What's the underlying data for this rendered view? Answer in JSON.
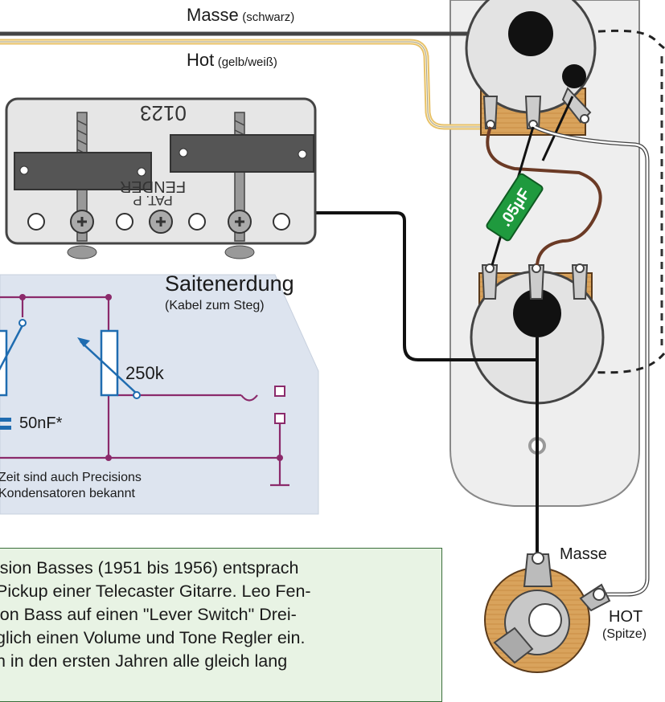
{
  "wires": {
    "ground_label": "Masse",
    "ground_color": "(schwarz)",
    "hot_label": "Hot",
    "hot_color": "(gelb/weiß)"
  },
  "pickup": {
    "number": "0123",
    "brand": "FENDER",
    "pat": "PAT. P"
  },
  "capacitor": {
    "value": ".05µF",
    "color": "#1f9a3e"
  },
  "string_ground": {
    "title": "Saitenerdung",
    "subtitle": "(Kabel zum Steg)"
  },
  "schematic": {
    "pot_value": "250k",
    "cap_value": "50nF*",
    "footnote_line1": "Zeit sind auch Precisions",
    "footnote_line2": "Kondensatoren bekannt"
  },
  "jack": {
    "ground_label": "Masse",
    "hot_label": "HOT",
    "hot_sub": "(Spitze)"
  },
  "info": {
    "lines": [
      "ision Basses (1951 bis 1956) entsprach",
      " Pickup einer Telecaster Gitarre. Leo Fen-",
      "ion Bass auf einen \"Lever Switch\" Drei-",
      "glich einen Volume und Tone Regler ein.",
      "n in den ersten Jahren alle gleich lang"
    ]
  }
}
